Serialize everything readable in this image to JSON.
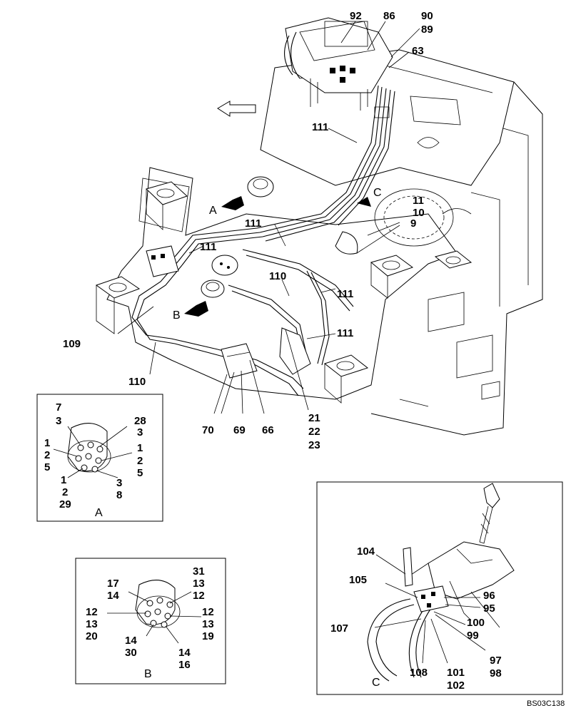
{
  "drawing_code": "BS03C138",
  "main_labels": [
    {
      "id": "92",
      "text": "92"
    },
    {
      "id": "86",
      "text": "86"
    },
    {
      "id": "90",
      "text": "90"
    },
    {
      "id": "89",
      "text": "89"
    },
    {
      "id": "63",
      "text": "63"
    },
    {
      "id": "111a",
      "text": "111"
    },
    {
      "id": "11",
      "text": "11"
    },
    {
      "id": "10",
      "text": "10"
    },
    {
      "id": "9",
      "text": "9"
    },
    {
      "id": "111b",
      "text": "111"
    },
    {
      "id": "111c",
      "text": "111"
    },
    {
      "id": "110a",
      "text": "110"
    },
    {
      "id": "111d",
      "text": "111"
    },
    {
      "id": "111e",
      "text": "111"
    },
    {
      "id": "109",
      "text": "109"
    },
    {
      "id": "110b",
      "text": "110"
    },
    {
      "id": "70",
      "text": "70"
    },
    {
      "id": "69",
      "text": "69"
    },
    {
      "id": "66",
      "text": "66"
    },
    {
      "id": "21",
      "text": "21"
    },
    {
      "id": "22",
      "text": "22"
    },
    {
      "id": "23",
      "text": "23"
    }
  ],
  "view_markers": [
    {
      "id": "A",
      "text": "A"
    },
    {
      "id": "B",
      "text": "B"
    },
    {
      "id": "C",
      "text": "C"
    }
  ],
  "detail_a": {
    "caption": "A",
    "labels": [
      "7",
      "3",
      "28",
      "3",
      "1",
      "2",
      "5",
      "1",
      "2",
      "5",
      "1",
      "2",
      "29",
      "3",
      "8"
    ]
  },
  "detail_b": {
    "caption": "B",
    "labels": [
      "31",
      "13",
      "12",
      "17",
      "14",
      "12",
      "13",
      "20",
      "12",
      "13",
      "19",
      "14",
      "30",
      "14",
      "16"
    ]
  },
  "detail_c": {
    "caption": "C",
    "labels": [
      "104",
      "105",
      "96",
      "95",
      "107",
      "100",
      "99",
      "97",
      "98",
      "108",
      "101",
      "102"
    ]
  }
}
